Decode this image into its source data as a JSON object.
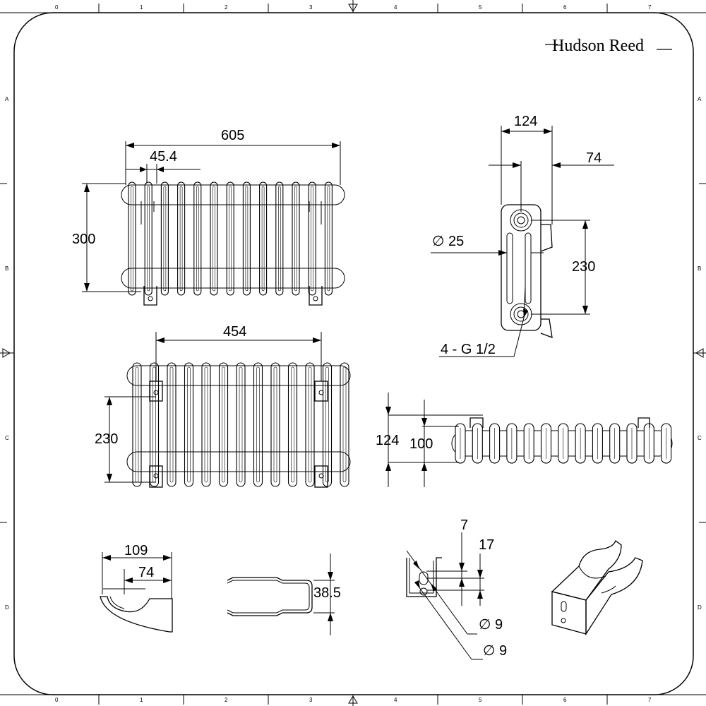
{
  "brand": "Hudson Reed",
  "border": {
    "top_ticks": [
      "0",
      "1",
      "2",
      "3",
      "4",
      "5",
      "6",
      "7"
    ],
    "bottom_ticks": [
      "0",
      "1",
      "2",
      "3",
      "4",
      "5",
      "6",
      "7"
    ],
    "left_ticks": [
      "A",
      "B",
      "C",
      "D"
    ],
    "right_ticks": [
      "A",
      "B",
      "C",
      "D"
    ]
  },
  "dimensions": {
    "front_width": "605",
    "front_pitch": "45.4",
    "front_height": "300",
    "side_depth": "124",
    "side_offset": "74",
    "side_pipe_dia": "∅ 25",
    "side_centres": "230",
    "side_connections": "4  -  G 1/2",
    "rear_centres_width": "454",
    "rear_centres_height": "230",
    "plan_depth_total": "124",
    "plan_depth_body": "100",
    "bracket_depth": "109",
    "bracket_offset": "74",
    "bracket_height": "38.5",
    "bracket_slot_a": "7",
    "bracket_slot_b": "17",
    "bracket_hole_a": "∅ 9",
    "bracket_hole_b": "∅ 9"
  }
}
